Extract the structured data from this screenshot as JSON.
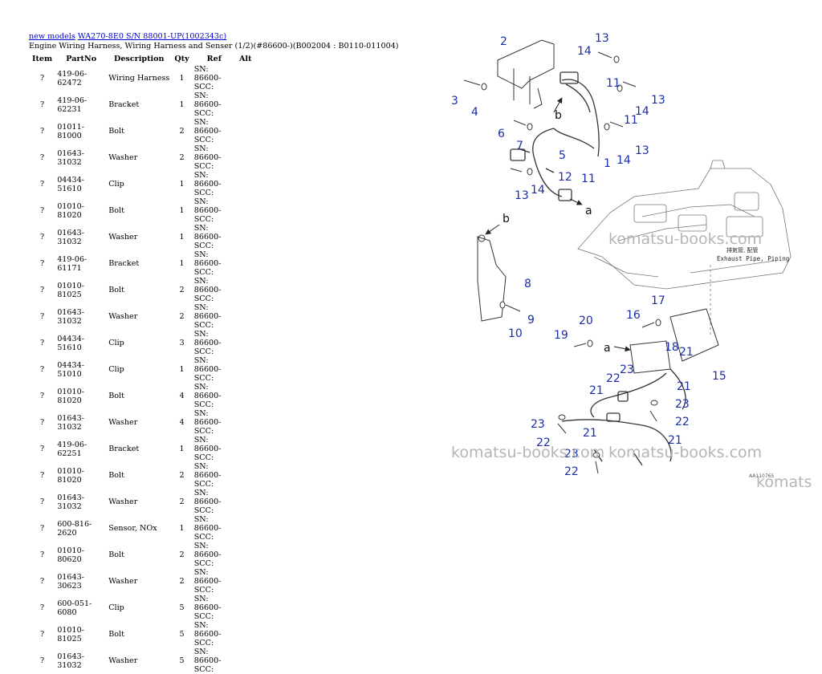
{
  "breadcrumb": {
    "link1": "new models",
    "link2": "WA270-8E0 S/N 88001-UP(1002343c)"
  },
  "subtitle": "Engine Wiring Harness, Wiring Harness and Senser (1/2)(#86600-)(B002004 : B0110-011004)",
  "table": {
    "headers": [
      "Item",
      "PartNo",
      "Description",
      "Qty",
      "Ref",
      "Alt"
    ],
    "rows": [
      {
        "item": "?",
        "part": "419-06-62472",
        "desc": "Wiring Harness",
        "qty": "1",
        "ref": "SN: 86600-SCC:"
      },
      {
        "item": "?",
        "part": "419-06-62231",
        "desc": "Bracket",
        "qty": "1",
        "ref": "SN: 86600-SCC:"
      },
      {
        "item": "?",
        "part": "01011-81000",
        "desc": "Bolt",
        "qty": "2",
        "ref": "SN: 86600-SCC:"
      },
      {
        "item": "?",
        "part": "01643-31032",
        "desc": "Washer",
        "qty": "2",
        "ref": "SN: 86600-SCC:"
      },
      {
        "item": "?",
        "part": "04434-51610",
        "desc": "Clip",
        "qty": "1",
        "ref": "SN: 86600-SCC:"
      },
      {
        "item": "?",
        "part": "01010-81020",
        "desc": "Bolt",
        "qty": "1",
        "ref": "SN: 86600-SCC:"
      },
      {
        "item": "?",
        "part": "01643-31032",
        "desc": "Washer",
        "qty": "1",
        "ref": "SN: 86600-SCC:"
      },
      {
        "item": "?",
        "part": "419-06-61171",
        "desc": "Bracket",
        "qty": "1",
        "ref": "SN: 86600-SCC:"
      },
      {
        "item": "?",
        "part": "01010-81025",
        "desc": "Bolt",
        "qty": "2",
        "ref": "SN: 86600-SCC:"
      },
      {
        "item": "?",
        "part": "01643-31032",
        "desc": "Washer",
        "qty": "2",
        "ref": "SN: 86600-SCC:"
      },
      {
        "item": "?",
        "part": "04434-51610",
        "desc": "Clip",
        "qty": "3",
        "ref": "SN: 86600-SCC:"
      },
      {
        "item": "?",
        "part": "04434-51010",
        "desc": "Clip",
        "qty": "1",
        "ref": "SN: 86600-SCC:"
      },
      {
        "item": "?",
        "part": "01010-81020",
        "desc": "Bolt",
        "qty": "4",
        "ref": "SN: 86600-SCC:"
      },
      {
        "item": "?",
        "part": "01643-31032",
        "desc": "Washer",
        "qty": "4",
        "ref": "SN: 86600-SCC:"
      },
      {
        "item": "?",
        "part": "419-06-62251",
        "desc": "Bracket",
        "qty": "1",
        "ref": "SN: 86600-SCC:"
      },
      {
        "item": "?",
        "part": "01010-81020",
        "desc": "Bolt",
        "qty": "2",
        "ref": "SN: 86600-SCC:"
      },
      {
        "item": "?",
        "part": "01643-31032",
        "desc": "Washer",
        "qty": "2",
        "ref": "SN: 86600-SCC:"
      },
      {
        "item": "?",
        "part": "600-816-2620",
        "desc": "Sensor, NOx",
        "qty": "1",
        "ref": "SN: 86600-SCC:"
      },
      {
        "item": "?",
        "part": "01010-80620",
        "desc": "Bolt",
        "qty": "2",
        "ref": "SN: 86600-SCC:"
      },
      {
        "item": "?",
        "part": "01643-30623",
        "desc": "Washer",
        "qty": "2",
        "ref": "SN: 86600-SCC:"
      },
      {
        "item": "?",
        "part": "600-051-6080",
        "desc": "Clip",
        "qty": "5",
        "ref": "SN: 86600-SCC:"
      },
      {
        "item": "?",
        "part": "01010-81025",
        "desc": "Bolt",
        "qty": "5",
        "ref": "SN: 86600-SCC:"
      },
      {
        "item": "?",
        "part": "01643-31032",
        "desc": "Washer",
        "qty": "5",
        "ref": "SN: 86600-SCC:"
      }
    ]
  },
  "diagram": {
    "callouts": [
      "2",
      "13",
      "14",
      "3",
      "4",
      "11",
      "13",
      "14",
      "11",
      "b",
      "6",
      "7",
      "5",
      "1",
      "14",
      "13",
      "12",
      "11",
      "13",
      "14",
      "a",
      "b",
      "8",
      "9",
      "10",
      "16",
      "17",
      "20",
      "19",
      "18",
      "a",
      "21",
      "15",
      "23",
      "22",
      "21",
      "21",
      "23",
      "22",
      "23",
      "22",
      "21",
      "21",
      "23",
      "22"
    ],
    "arrow_labels": [
      "b",
      "a",
      "b",
      "a"
    ],
    "engine_label_jp": "排気管, 配管",
    "engine_label_en": "Exhaust Pipe, Piping",
    "drawing_id": "AA110765"
  },
  "watermarks": [
    "komatsu-books.com",
    "komatsu-books.com",
    "komatsu-books.com",
    "komats"
  ],
  "colors": {
    "link": "#0000cc",
    "callout": "#1a2ea8",
    "line": "#333333",
    "watermark": "#b5b5b5"
  }
}
